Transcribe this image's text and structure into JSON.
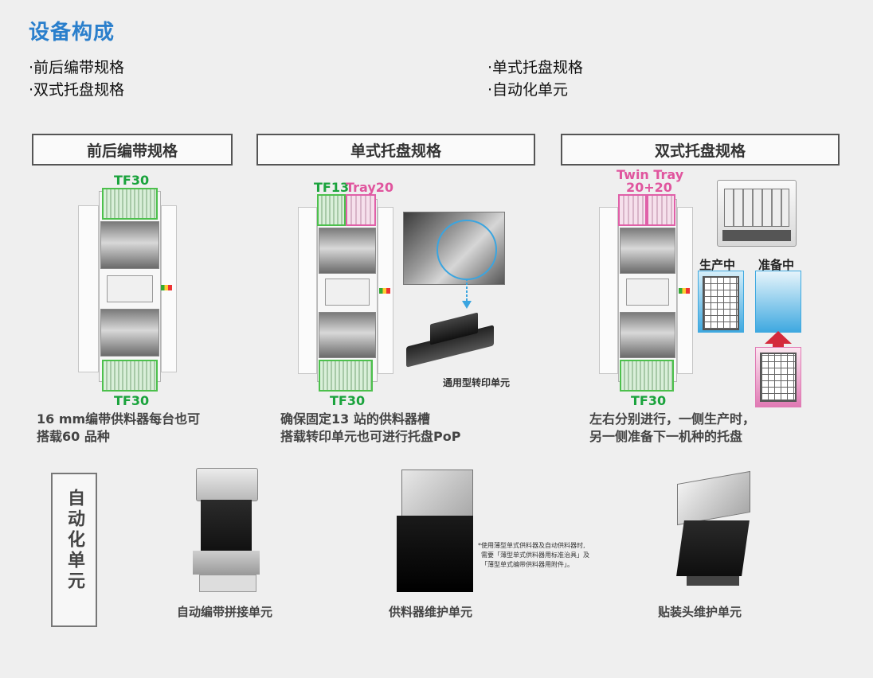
{
  "title": "设备构成",
  "bullets": {
    "left": [
      "·前后编带规格",
      "·双式托盘规格"
    ],
    "right": [
      "·单式托盘规格",
      "·自动化单元"
    ]
  },
  "panels": [
    {
      "heading": "前后编带规格",
      "top_label": "TF30",
      "bottom_label": "TF30",
      "description": [
        "16 mm编带供料器每台也可",
        "搭载60 品种"
      ]
    },
    {
      "heading": "单式托盘规格",
      "top_label_green": "TF13",
      "top_label_pink": "Tray20",
      "bottom_label": "TF30",
      "unit_caption": "通用型转印单元",
      "description": [
        "确保固定13 站的供料器槽",
        "搭载转印单元也可进行托盘PoP"
      ]
    },
    {
      "heading": "双式托盘规格",
      "top_label_pink": [
        "Twin Tray",
        "20+20"
      ],
      "bottom_label": "TF30",
      "producing_label": "生产中",
      "preparing_label": "准备中",
      "description": [
        "左右分别进行，一侧生产时，",
        "另一侧准备下一机种的托盘"
      ]
    }
  ],
  "automation": {
    "heading": "自动化单元",
    "units": [
      {
        "caption": "自动编带拼接单元"
      },
      {
        "caption": "供料器维护单元",
        "note": [
          "*使用薄型单式供料器及自动供料器时,",
          "需要「薄型单式供料器用标准治具」及",
          "「薄型单式编带供料器用附件」。"
        ]
      },
      {
        "caption": "贴装头维护单元"
      }
    ]
  },
  "colors": {
    "title": "#2a7fcc",
    "feeder": "#1aa33c",
    "tray": "#e0559e",
    "arrow": "#d42a3c"
  }
}
